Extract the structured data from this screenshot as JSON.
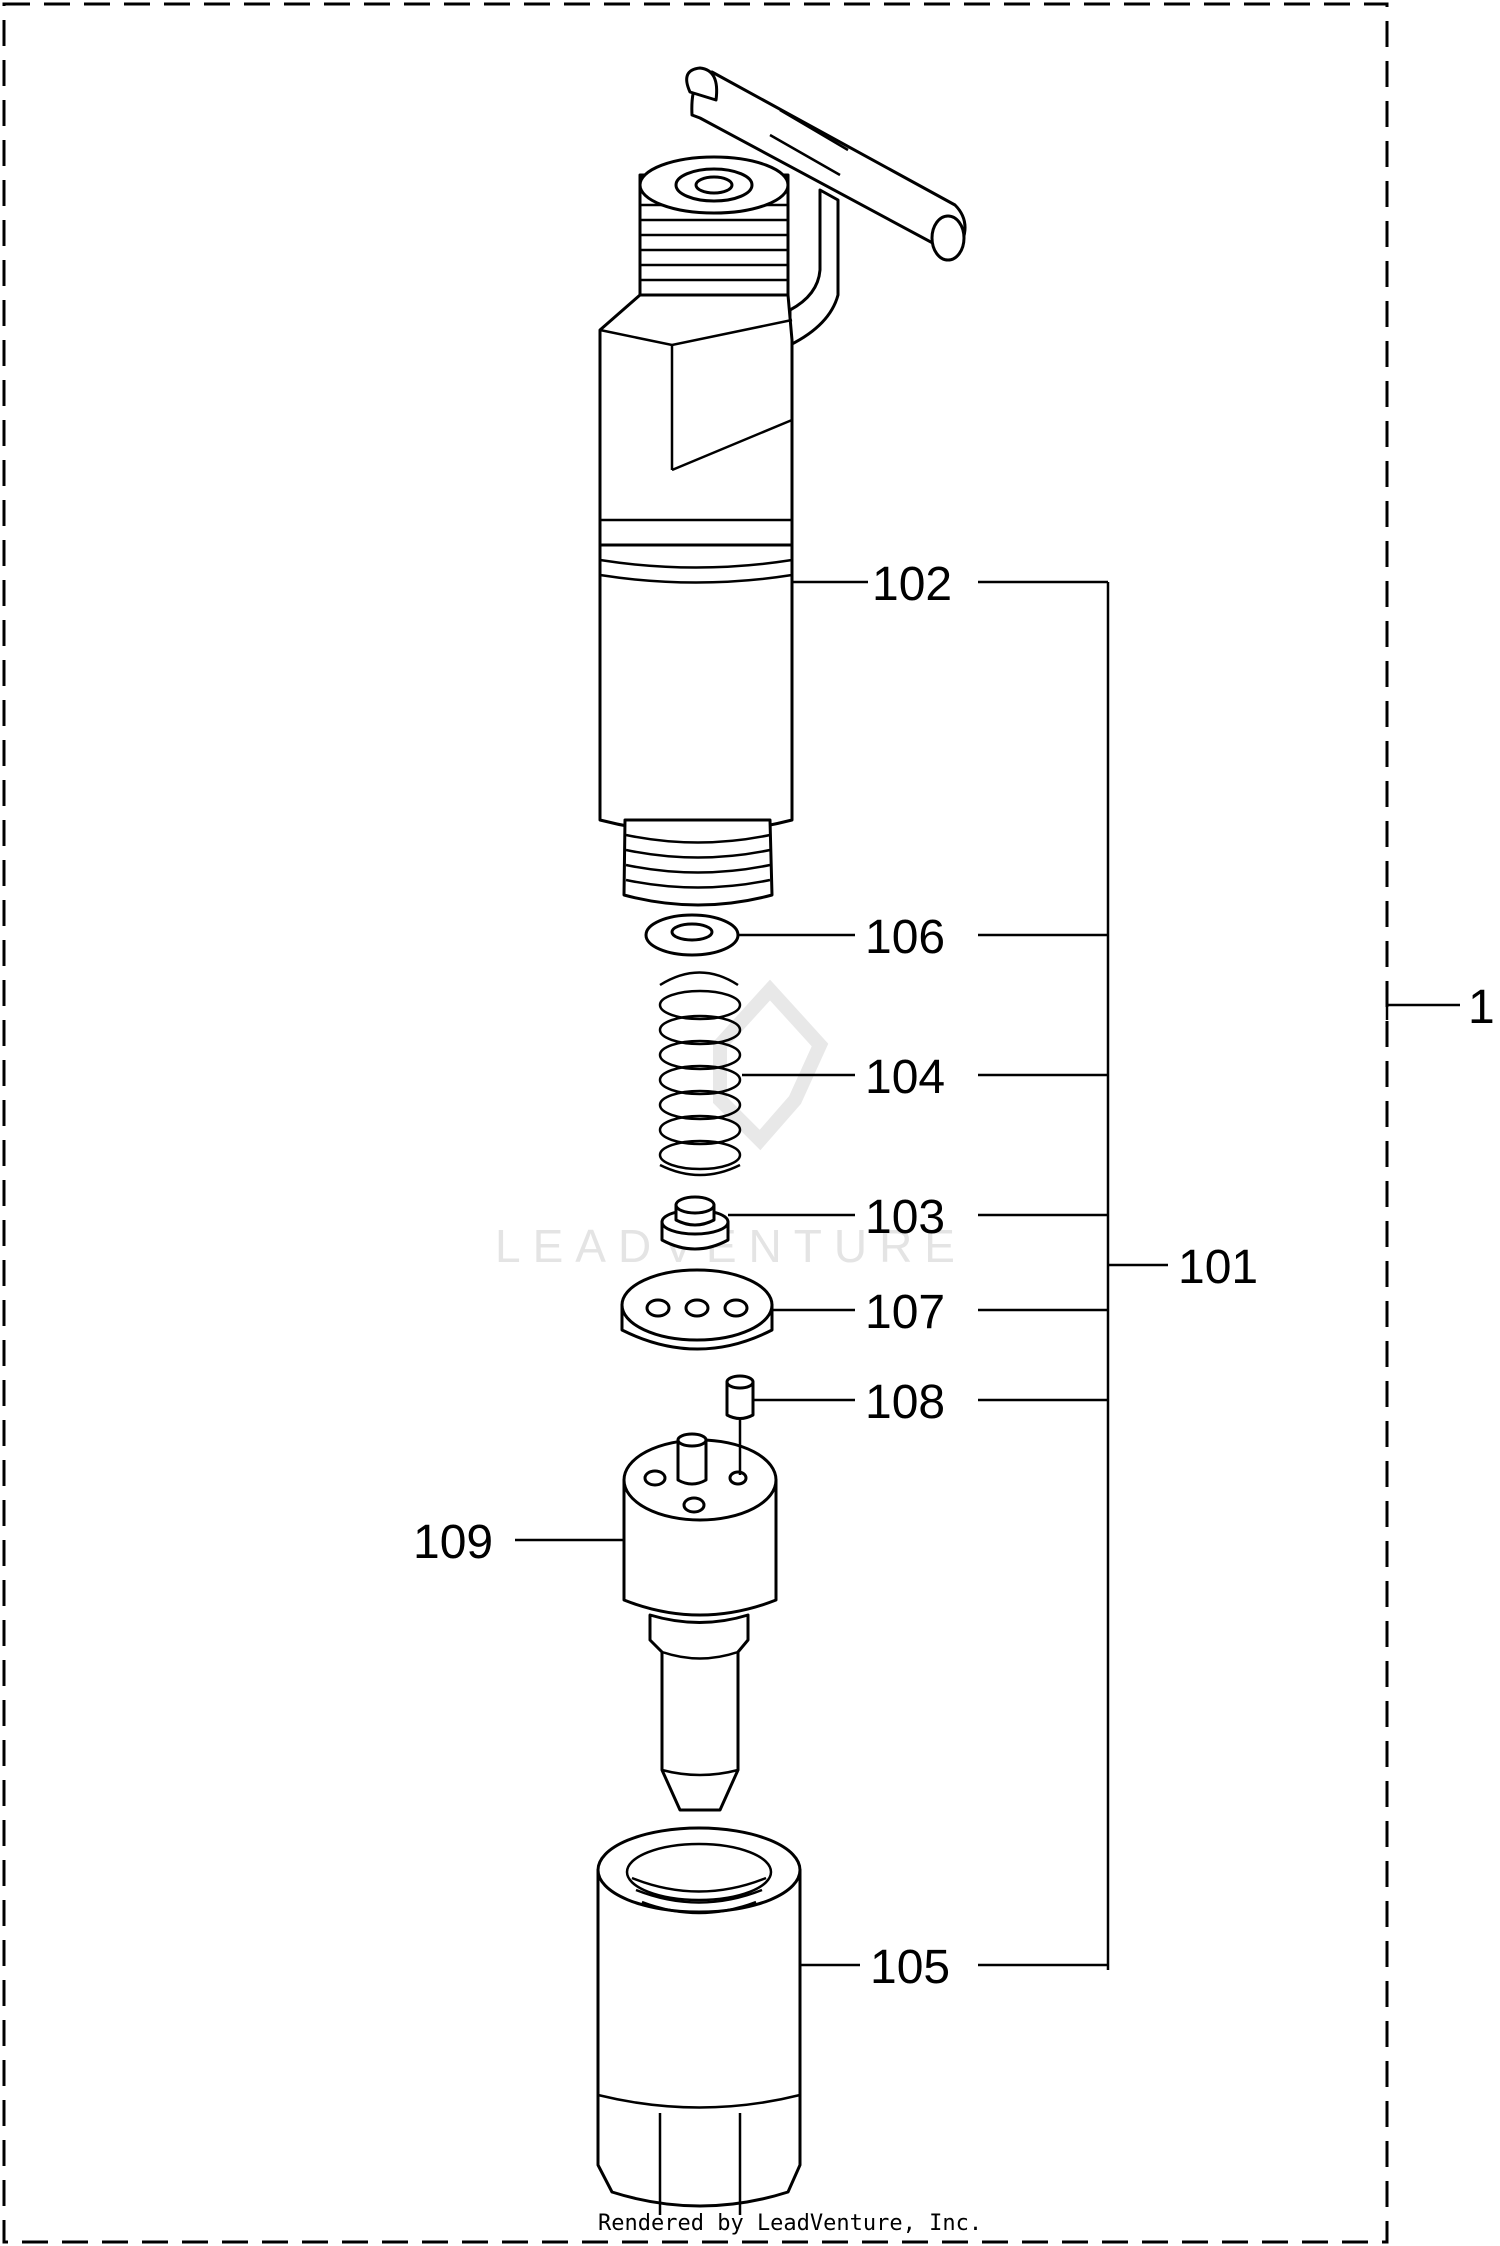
{
  "diagram": {
    "callouts": {
      "assembly": "1",
      "subassembly": "101",
      "holder_body": "102",
      "spring_seat": "103",
      "spring": "104",
      "retaining_nut": "105",
      "washer": "106",
      "spacer_plate": "107",
      "pin": "108",
      "nozzle": "109"
    },
    "watermark": "LEADVENTURE",
    "credit": "Rendered by LeadVenture, Inc."
  }
}
